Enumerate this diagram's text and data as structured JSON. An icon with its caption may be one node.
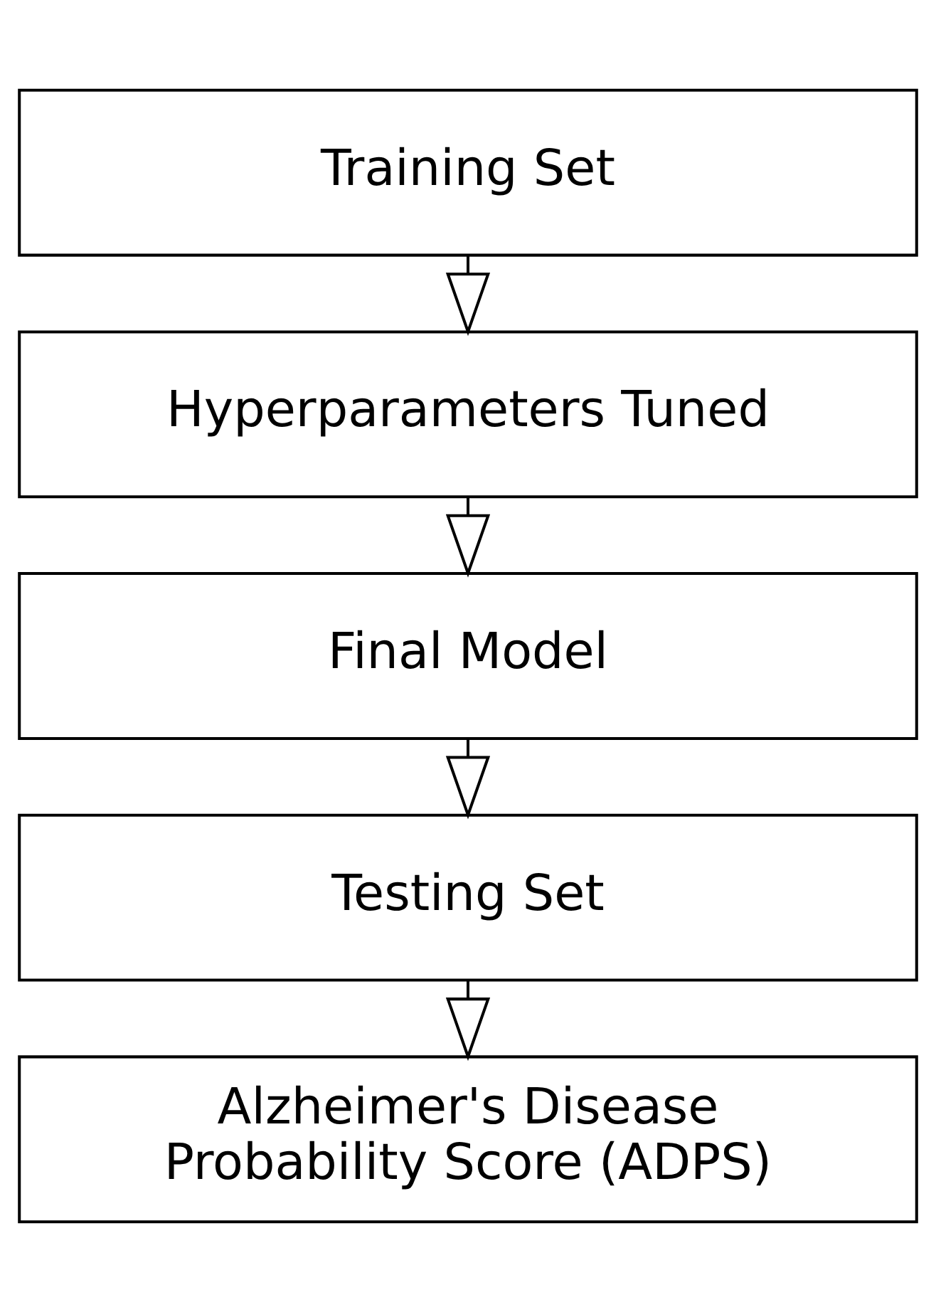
{
  "diagram": {
    "nodes": [
      {
        "text": [
          "Training Set"
        ]
      },
      {
        "text": [
          "Hyperparameters Tuned"
        ]
      },
      {
        "text": [
          "Final Model"
        ]
      },
      {
        "text": [
          "Testing Set"
        ]
      },
      {
        "text": [
          "Alzheimer's Disease Probability Score (ADPS)"
        ]
      }
    ],
    "edges": [
      {
        "from": 0,
        "to": 1,
        "arrow": "to"
      },
      {
        "from": 1,
        "to": 2,
        "arrow": "to"
      },
      {
        "from": 2,
        "to": 3,
        "arrow": "to"
      },
      {
        "from": 3,
        "to": 4,
        "arrow": "to"
      }
    ]
  }
}
